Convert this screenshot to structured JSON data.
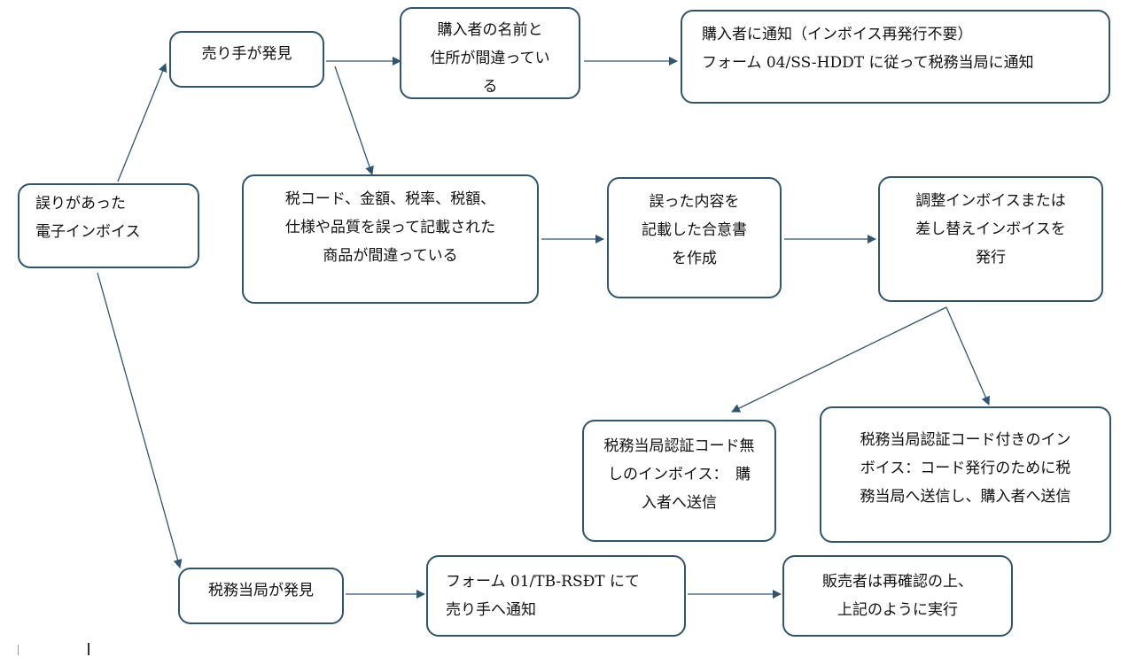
{
  "diagram": {
    "nodes": {
      "erroneous_einvoice": {
        "lines": [
          "誤りがあった",
          "電子インボイス"
        ]
      },
      "seller_finds": {
        "lines": [
          "売り手が発見"
        ]
      },
      "wrong_name_address": {
        "lines": [
          "購入者の名前と",
          "住所が間違ってい",
          "る"
        ]
      },
      "notify_buyer": {
        "lines": [
          "購入者に通知（インボイス再発行不要）",
          "フォーム 04/SS-HDDT に従って税務当局に通知"
        ]
      },
      "wrong_goods": {
        "lines": [
          "税コード、金額、税率、税額、",
          "仕様や品質を誤って記載された",
          "商品が間違っている"
        ]
      },
      "agreement": {
        "lines": [
          "誤った内容を",
          "記載した合意書",
          "を作成"
        ]
      },
      "adjust_invoice": {
        "lines": [
          "調整インボイスまたは",
          "差し替えインボイスを",
          "発行"
        ]
      },
      "no_code_invoice": {
        "lines": [
          "税務当局認証コード無",
          "しのインボイス：　購",
          "入者へ送信"
        ]
      },
      "with_code_invoice": {
        "lines": [
          "税務当局認証コード付きのイン",
          "ボイス：コード発行のために税",
          "務当局へ送信し、購入者へ送信"
        ]
      },
      "tax_authority_finds": {
        "lines": [
          "税務当局が発見"
        ]
      },
      "form_01": {
        "lines": [
          "フォーム 01/TB-RSĐT にて",
          "売り手へ通知"
        ]
      },
      "seller_reconfirm": {
        "lines": [
          "販売者は再確認の上、",
          "上記のように実行"
        ]
      }
    },
    "edges": [
      [
        "erroneous_einvoice",
        "seller_finds"
      ],
      [
        "erroneous_einvoice",
        "tax_authority_finds"
      ],
      [
        "seller_finds",
        "wrong_name_address"
      ],
      [
        "wrong_name_address",
        "notify_buyer"
      ],
      [
        "seller_finds",
        "wrong_goods"
      ],
      [
        "wrong_goods",
        "agreement"
      ],
      [
        "agreement",
        "adjust_invoice"
      ],
      [
        "adjust_invoice",
        "no_code_invoice"
      ],
      [
        "adjust_invoice",
        "with_code_invoice"
      ],
      [
        "tax_authority_finds",
        "form_01"
      ],
      [
        "form_01",
        "seller_reconfirm"
      ]
    ],
    "colors": {
      "border": "#2f5571",
      "arrow": "#2f5571",
      "text": "#111111"
    }
  }
}
